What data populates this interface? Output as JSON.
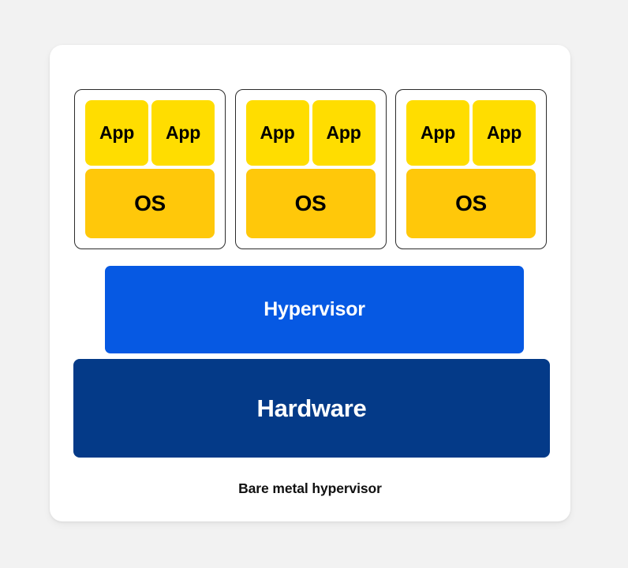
{
  "diagram": {
    "title": "Bare metal hypervisor",
    "caption": "Bare metal hypervisor",
    "background_color": "#f2f2f2",
    "card_color": "#ffffff",
    "vms": [
      {
        "name": "vm-1",
        "apps": [
          {
            "label": "App"
          },
          {
            "label": "App"
          }
        ],
        "os": {
          "label": "OS"
        }
      },
      {
        "name": "vm-2",
        "apps": [
          {
            "label": "App"
          },
          {
            "label": "App"
          }
        ],
        "os": {
          "label": "OS"
        }
      },
      {
        "name": "vm-3",
        "apps": [
          {
            "label": "App"
          },
          {
            "label": "App"
          }
        ],
        "os": {
          "label": "OS"
        }
      }
    ],
    "hypervisor": {
      "label": "Hypervisor",
      "color": "#0659e3",
      "text_color": "#ffffff"
    },
    "hardware": {
      "label": "Hardware",
      "color": "#043a88",
      "text_color": "#ffffff"
    },
    "colors": {
      "app": "#ffdd00",
      "os": "#ffc80a",
      "vm_border": "#2b2b2b",
      "app_text": "#000000",
      "os_text": "#000000",
      "caption_text": "#111111"
    }
  }
}
